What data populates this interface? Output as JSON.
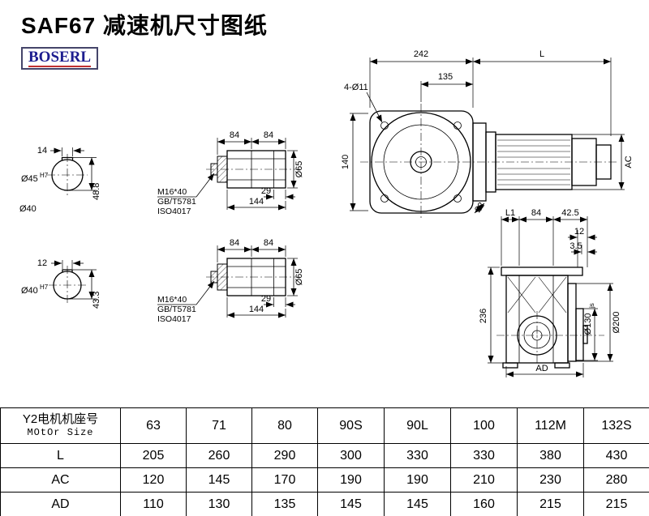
{
  "title": "SAF67 减速机尺寸图纸",
  "logo": "BOSERL",
  "dims": {
    "main_242": "242",
    "main_L": "L",
    "main_4d11": "4-Ø11",
    "main_135": "135",
    "main_140": "140",
    "main_22": "22",
    "main_AC": "AC",
    "sA_14": "14",
    "sA_d45": "Ø45",
    "sA_d45_tol": "H7",
    "sA_488": "48.8",
    "sA_d40": "Ø40",
    "sB_12": "12",
    "sB_d40": "Ø40",
    "sB_d40_tol": "H7",
    "sB_433": "43.3",
    "h1_84a": "84",
    "h1_84b": "84",
    "h1_29": "29",
    "h1_144": "144",
    "h1_d65": "Ø65",
    "h1_bolt": "M16*40",
    "h1_std1": "GB/T5781",
    "h1_std2": "ISO4017",
    "h2_84a": "84",
    "h2_84b": "84",
    "h2_29": "29",
    "h2_144": "144",
    "h2_d65": "Ø65",
    "h2_bolt": "M16*40",
    "h2_std1": "GB/T5781",
    "h2_std2": "ISO4017",
    "sv_L1": "L1",
    "sv_84": "84",
    "sv_425": "42.5",
    "sv_12": "12",
    "sv_35": "3.5",
    "sv_236": "236",
    "sv_d130": "Ø130",
    "sv_d130_tol": "js",
    "sv_d200": "Ø200",
    "sv_AD": "AD"
  },
  "table": {
    "header_label_line1": "Y2电机机座号",
    "header_label_line2": "MOtOr Size",
    "columns": [
      "63",
      "71",
      "80",
      "90S",
      "90L",
      "100",
      "112M",
      "132S"
    ],
    "rows": [
      {
        "label": "L",
        "values": [
          "205",
          "260",
          "290",
          "300",
          "330",
          "330",
          "380",
          "430"
        ]
      },
      {
        "label": "AC",
        "values": [
          "120",
          "145",
          "170",
          "190",
          "190",
          "210",
          "230",
          "280"
        ]
      },
      {
        "label": "AD",
        "values": [
          "110",
          "130",
          "135",
          "145",
          "145",
          "160",
          "215",
          "215"
        ]
      }
    ]
  }
}
